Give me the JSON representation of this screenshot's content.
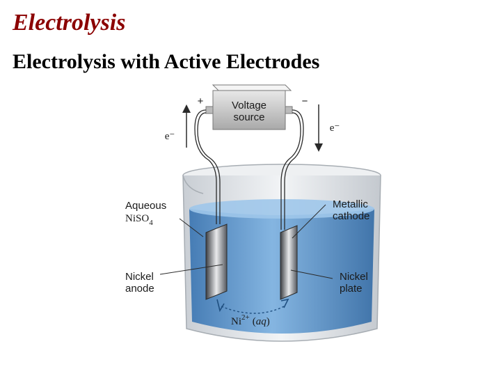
{
  "title": "Electrolysis",
  "subtitle": "Electrolysis with Active Electrodes",
  "diagram": {
    "voltage_source": {
      "line1": "Voltage",
      "line2": "source"
    },
    "plus_sign": "+",
    "minus_sign": "−",
    "electron_left": "e⁻",
    "electron_right": "e⁻",
    "label_solution": {
      "line1": "Aqueous",
      "formula_main": "NiSO",
      "formula_sub": "4"
    },
    "label_cathode": {
      "line1": "Metallic",
      "line2": "cathode"
    },
    "label_anode": {
      "line1": "Nickel",
      "line2": "anode"
    },
    "label_plate": {
      "line1": "Nickel",
      "line2": "plate"
    },
    "ion": {
      "symbol": "Ni",
      "charge": "2+",
      "state": "aq"
    },
    "colors": {
      "solution": "#5b95c9",
      "glass": "#d9dde2",
      "electrode": "#8a8e94",
      "title": "#8b0000"
    }
  }
}
